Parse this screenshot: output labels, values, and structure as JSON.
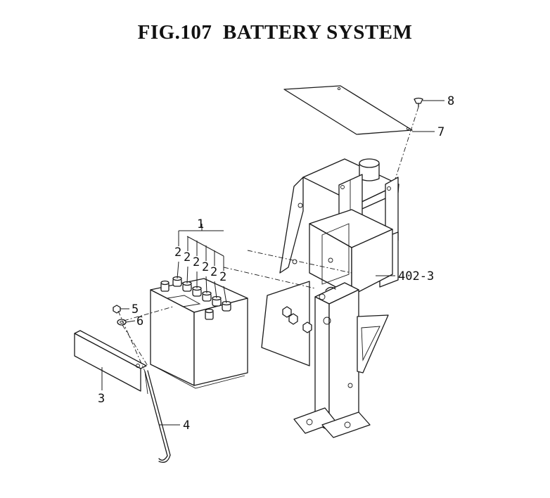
{
  "title": "FIG.107  BATTERY SYSTEM",
  "callouts": {
    "c1": "1",
    "c2": "2",
    "c3": "3",
    "c4": "4",
    "c5": "5",
    "c6": "6",
    "c7": "7",
    "c8": "8",
    "c402": "402-3"
  }
}
